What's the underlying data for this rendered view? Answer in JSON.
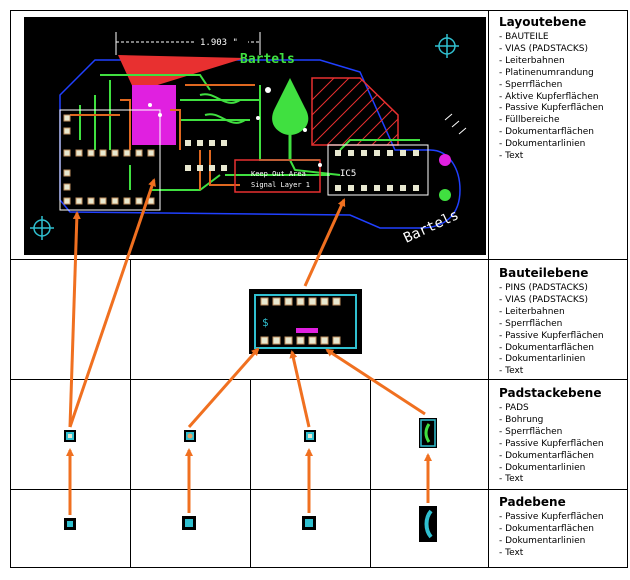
{
  "pcb": {
    "dimension": "1.903 \"",
    "title": "Bartels",
    "keepout_line1": "Keep Out Area",
    "keepout_line2": "Signal Layer 1",
    "ic_label": "IC5",
    "outline_text": "Bartels",
    "dollar": "$"
  },
  "levels": [
    {
      "title": "Layoutebene",
      "items": [
        "BAUTEILE",
        "VIAS (PADSTACKS)",
        "Leiterbahnen",
        "Platinenumrandung",
        "Sperrflächen",
        "Aktive Kupferflächen",
        "Passive Kupferflächen",
        "Füllbereiche",
        "Dokumentarflächen",
        "Dokumentarlinien",
        "Text"
      ]
    },
    {
      "title": "Bauteilebene",
      "items": [
        "PINS (PADSTACKS)",
        "VIAS (PADSTACKS)",
        "Leiterbahnen",
        "Sperrflächen",
        "Passive Kupferflächen",
        "Dokumentarflächen",
        "Dokumentarlinien",
        "Text"
      ]
    },
    {
      "title": "Padstackebene",
      "items": [
        "PADS",
        "Bohrung",
        "Sperrflächen",
        "Passive Kupferflächen",
        "Dokumentarflächen",
        "Dokumentarlinien",
        "Text"
      ]
    },
    {
      "title": "Padebene",
      "items": [
        "Passive Kupferflächen",
        "Dokumentarflächen",
        "Dokumentarlinien",
        "Text"
      ]
    }
  ],
  "colors": {
    "arrow": "#f07020",
    "pcb_bg": "#000000",
    "outline": "#ffffff",
    "trace_green": "#40e040",
    "trace_orange": "#e06820",
    "cyan": "#30c0d0",
    "magenta": "#e020e0",
    "red": "#e83030"
  }
}
